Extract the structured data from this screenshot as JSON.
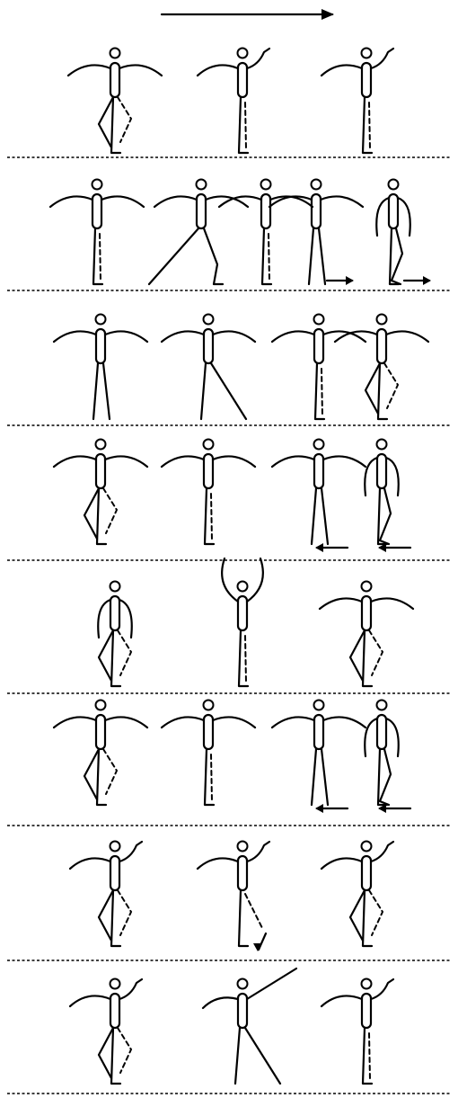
{
  "diagram": {
    "kind": "dance-step-notation",
    "row_count": 8,
    "top_direction_arrow": "right-arrow",
    "separator_style": "dotted",
    "rows": [
      {
        "figures": [
          {
            "pose": "arms-out",
            "support": "right",
            "free_leg": "bent-dashed"
          },
          {
            "pose": "right-arm-up",
            "support": "right",
            "free_leg": "straight-dashed"
          },
          {
            "pose": "right-arm-up",
            "support": "right",
            "free_leg": "straight-dashed"
          }
        ]
      },
      {
        "figures": [
          {
            "pose": "arms-out",
            "support": "right",
            "free_leg": "straight-dashed"
          },
          {
            "pose": "arms-out",
            "support": "both",
            "free_leg": "lunge"
          },
          {
            "pose": "arms-out",
            "support": "right",
            "free_leg": "straight-dashed"
          },
          {
            "pose": "arms-out",
            "support": "both",
            "free_leg": "none",
            "step_arrow": "right"
          },
          {
            "pose": "arms-down",
            "support": "right",
            "free_leg": "crossed",
            "step_arrow": "right"
          }
        ]
      },
      {
        "figures": [
          {
            "pose": "arms-out",
            "support": "both",
            "free_leg": "none"
          },
          {
            "pose": "arms-out",
            "support": "both",
            "free_leg": "diagonal"
          },
          {
            "pose": "arms-out",
            "support": "right",
            "free_leg": "straight-dashed"
          },
          {
            "pose": "arms-out",
            "support": "right",
            "free_leg": "bent-dashed"
          }
        ]
      },
      {
        "figures": [
          {
            "pose": "arms-out",
            "support": "right",
            "free_leg": "bent-dashed"
          },
          {
            "pose": "arms-out",
            "support": "right",
            "free_leg": "straight-dashed"
          },
          {
            "pose": "arms-out",
            "support": "both",
            "free_leg": "none",
            "step_arrow": "left"
          },
          {
            "pose": "arms-down",
            "support": "right",
            "free_leg": "crossed",
            "step_arrow": "left"
          }
        ]
      },
      {
        "figures": [
          {
            "pose": "arms-down",
            "support": "right",
            "free_leg": "bent-dashed"
          },
          {
            "pose": "arms-overhead",
            "support": "right",
            "free_leg": "straight-dashed"
          },
          {
            "pose": "arms-out",
            "support": "right",
            "free_leg": "bent-dashed"
          }
        ]
      },
      {
        "figures": [
          {
            "pose": "arms-out",
            "support": "right",
            "free_leg": "bent-dashed"
          },
          {
            "pose": "arms-out",
            "support": "right",
            "free_leg": "straight-dashed"
          },
          {
            "pose": "arms-out",
            "support": "both",
            "free_leg": "none",
            "step_arrow": "left"
          },
          {
            "pose": "arms-down",
            "support": "right",
            "free_leg": "crossed",
            "step_arrow": "left"
          }
        ]
      },
      {
        "figures": [
          {
            "pose": "right-arm-up",
            "support": "right",
            "free_leg": "bent-dashed"
          },
          {
            "pose": "right-arm-up",
            "support": "right",
            "free_leg": "kick-dashed",
            "step_arrow": "down"
          },
          {
            "pose": "right-arm-up",
            "support": "right",
            "free_leg": "bent-dashed"
          }
        ]
      },
      {
        "figures": [
          {
            "pose": "right-arm-up",
            "support": "right",
            "free_leg": "bent-dashed"
          },
          {
            "pose": "arm-diagonal-up",
            "support": "both",
            "free_leg": "diagonal"
          },
          {
            "pose": "right-arm-up",
            "support": "right",
            "free_leg": "straight-dashed"
          }
        ]
      }
    ]
  }
}
